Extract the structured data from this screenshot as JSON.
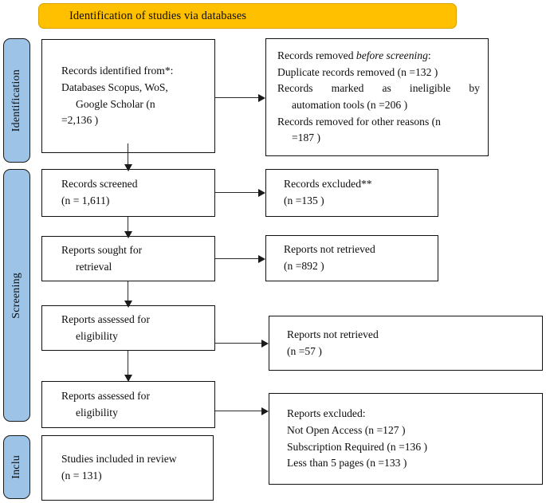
{
  "banner": {
    "label": "Identification of studies via databases",
    "color": "#FFC000"
  },
  "stages": {
    "accent_color": "#9DC3E6",
    "identification": "Identification",
    "screening": "Screening",
    "included": "Inclu"
  },
  "boxes": {
    "identified": {
      "line1": "Records identified from*:",
      "line2": "Databases Scopus, WoS,",
      "line3": "Google Scholar (n",
      "line4": "=2,136 )"
    },
    "removed": {
      "line1_a": "Records removed ",
      "line1_b": "before screening",
      "line1_c": ":",
      "line2": "Duplicate records removed  (n =132 )",
      "line3_w1": "Records",
      "line3_w2": "marked",
      "line3_w3": "as",
      "line3_w4": "ineligible",
      "line3_w5": "by",
      "line4": "automation tools (n =206 )",
      "line5": "Records removed for other reasons (n",
      "line6": "=187 )"
    },
    "screened": {
      "line1": "Records screened",
      "line2": "(n = 1,611)"
    },
    "excluded": {
      "line1": "Records excluded**",
      "line2": "(n =135 )"
    },
    "sought": {
      "line1": "Reports sought for",
      "line2": "retrieval"
    },
    "not_retrieved_1": {
      "line1": "Reports not retrieved",
      "line2": "(n =892 )"
    },
    "eligibility_1": {
      "line1": "Reports assessed for",
      "line2": "eligibility"
    },
    "not_retrieved_2": {
      "line1": "Reports not retrieved",
      "line2": "(n =57 )"
    },
    "eligibility_2": {
      "line1": "Reports assessed for",
      "line2": "eligibility"
    },
    "reports_excluded": {
      "line1": "Reports excluded:",
      "line2": "Not Open Access (n =127 )",
      "line3": "Subscription Required (n =136 )",
      "line4": "Less than 5 pages (n =133 )"
    },
    "included": {
      "line1": "Studies included in review",
      "line2": "(n = 131)"
    }
  },
  "chart_data": {
    "type": "diagram",
    "title": "PRISMA flow diagram — Identification of studies via databases",
    "nodes": [
      {
        "id": "identified",
        "stage": "Identification",
        "label": "Records identified from*: Databases Scopus, WoS, Google Scholar",
        "n": 2136
      },
      {
        "id": "removed",
        "stage": "Identification",
        "label": "Records removed before screening",
        "items": [
          {
            "label": "Duplicate records removed",
            "n": 132
          },
          {
            "label": "Records marked as ineligible by automation tools",
            "n": 206
          },
          {
            "label": "Records removed for other reasons",
            "n": 187
          }
        ]
      },
      {
        "id": "screened",
        "stage": "Screening",
        "label": "Records screened",
        "n": 1611
      },
      {
        "id": "excluded",
        "stage": "Screening",
        "label": "Records excluded**",
        "n": 135
      },
      {
        "id": "sought",
        "stage": "Screening",
        "label": "Reports sought for retrieval",
        "n": null
      },
      {
        "id": "not_retrieved_1",
        "stage": "Screening",
        "label": "Reports not retrieved",
        "n": 892
      },
      {
        "id": "eligibility_1",
        "stage": "Screening",
        "label": "Reports assessed for eligibility",
        "n": null
      },
      {
        "id": "not_retrieved_2",
        "stage": "Screening",
        "label": "Reports not retrieved",
        "n": 57
      },
      {
        "id": "eligibility_2",
        "stage": "Screening",
        "label": "Reports assessed for eligibility",
        "n": null
      },
      {
        "id": "reports_excluded",
        "stage": "Screening",
        "label": "Reports excluded",
        "items": [
          {
            "label": "Not Open Access",
            "n": 127
          },
          {
            "label": "Subscription Required",
            "n": 136
          },
          {
            "label": "Less than 5 pages",
            "n": 133
          }
        ]
      },
      {
        "id": "included",
        "stage": "Included",
        "label": "Studies included in review",
        "n": 131
      }
    ],
    "edges": [
      {
        "from": "identified",
        "to": "removed",
        "direction": "right"
      },
      {
        "from": "identified",
        "to": "screened",
        "direction": "down"
      },
      {
        "from": "screened",
        "to": "excluded",
        "direction": "right"
      },
      {
        "from": "screened",
        "to": "sought",
        "direction": "down"
      },
      {
        "from": "sought",
        "to": "not_retrieved_1",
        "direction": "right"
      },
      {
        "from": "sought",
        "to": "eligibility_1",
        "direction": "down"
      },
      {
        "from": "eligibility_1",
        "to": "not_retrieved_2",
        "direction": "right"
      },
      {
        "from": "eligibility_1",
        "to": "eligibility_2",
        "direction": "down"
      },
      {
        "from": "eligibility_2",
        "to": "reports_excluded",
        "direction": "right"
      }
    ]
  }
}
